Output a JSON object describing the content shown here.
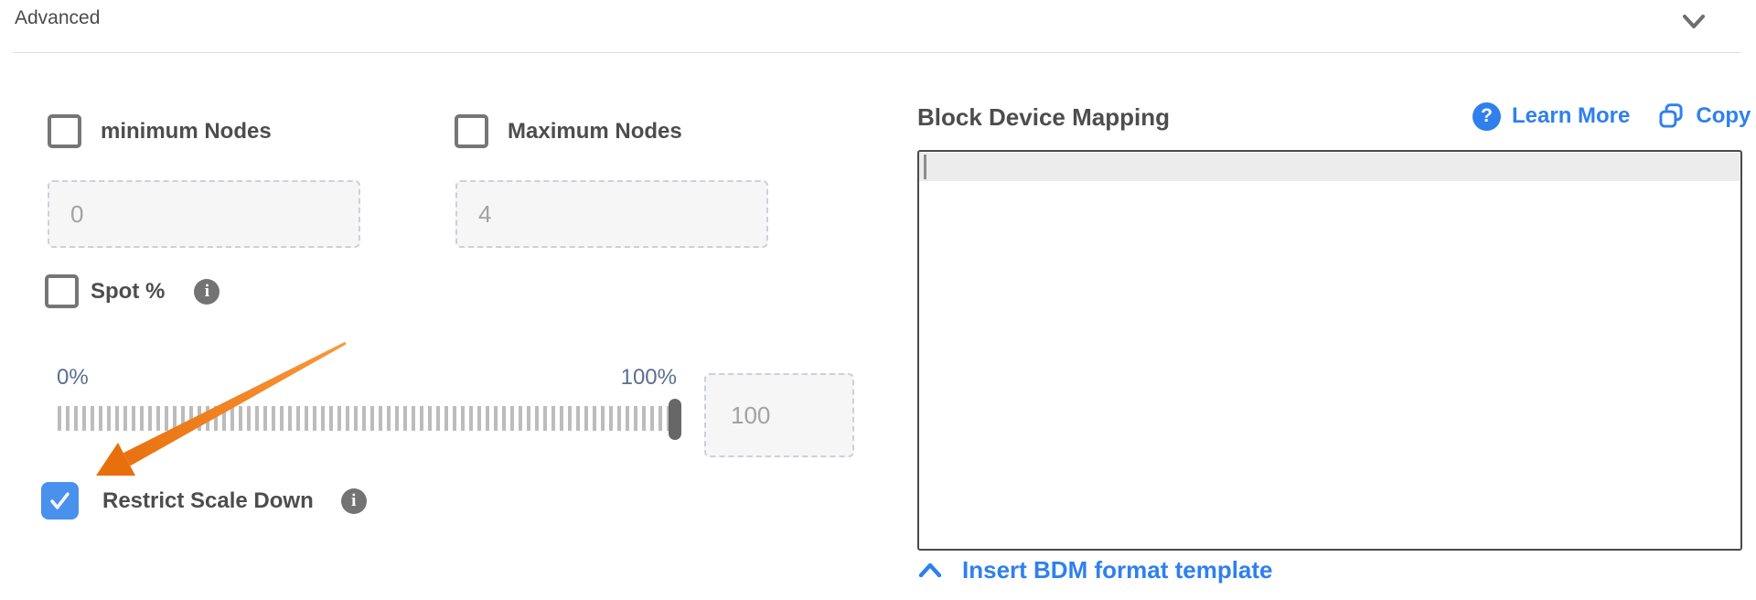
{
  "header": {
    "title": "Advanced"
  },
  "form": {
    "min_nodes": {
      "label": "minimum Nodes",
      "value": "0",
      "checked": false
    },
    "max_nodes": {
      "label": "Maximum Nodes",
      "value": "4",
      "checked": false
    },
    "spot_pct": {
      "label": "Spot %",
      "checked": false
    },
    "slider": {
      "min_label": "0%",
      "max_label": "100%",
      "value": "100"
    },
    "restrict_scale_down": {
      "label": "Restrict Scale Down",
      "checked": true
    }
  },
  "bdm": {
    "title": "Block Device Mapping",
    "learn_more_label": "Learn More",
    "copy_label": "Copy",
    "insert_template_label": "Insert BDM format template",
    "editor_content": ""
  },
  "colors": {
    "accent_blue": "#2f80ed",
    "checked_checkbox_blue": "#4a90ed",
    "annotation_arrow_orange": "#ed730d",
    "label_gray": "#4d4d4d",
    "placeholder_gray": "#a2a2a2",
    "slider_label_slate": "#5c6e8e"
  }
}
